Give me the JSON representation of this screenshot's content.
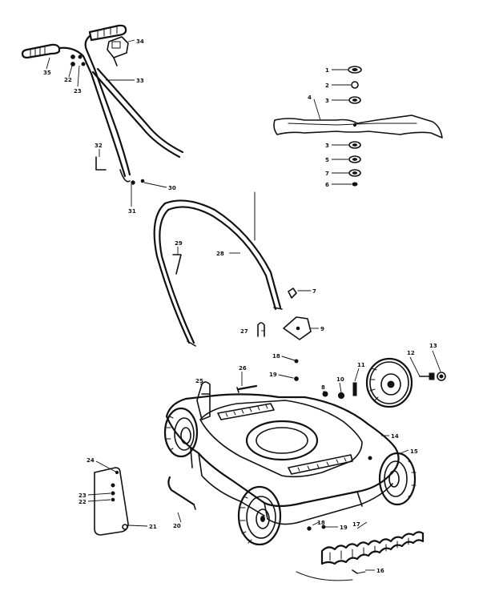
{
  "callouts": [
    {
      "id": "c1",
      "text": "1"
    },
    {
      "id": "c2",
      "text": "2"
    },
    {
      "id": "c3",
      "text": "3"
    },
    {
      "id": "c4",
      "text": "4"
    },
    {
      "id": "c3b",
      "text": "3"
    },
    {
      "id": "c5",
      "text": "5"
    },
    {
      "id": "c7a",
      "text": "7"
    },
    {
      "id": "c6",
      "text": "6"
    },
    {
      "id": "c34",
      "text": "34"
    },
    {
      "id": "c35",
      "text": "35"
    },
    {
      "id": "c22",
      "text": "22"
    },
    {
      "id": "c23",
      "text": "23"
    },
    {
      "id": "c33",
      "text": "33"
    },
    {
      "id": "c32",
      "text": "32"
    },
    {
      "id": "c30",
      "text": "30"
    },
    {
      "id": "c31",
      "text": "31"
    },
    {
      "id": "c29",
      "text": "29"
    },
    {
      "id": "c28",
      "text": "28"
    },
    {
      "id": "c7b",
      "text": "7"
    },
    {
      "id": "c27",
      "text": "27"
    },
    {
      "id": "c9",
      "text": "9"
    },
    {
      "id": "c18",
      "text": "18"
    },
    {
      "id": "c19",
      "text": "19"
    },
    {
      "id": "c26",
      "text": "26"
    },
    {
      "id": "c25",
      "text": "25"
    },
    {
      "id": "c8",
      "text": "8"
    },
    {
      "id": "c10",
      "text": "10"
    },
    {
      "id": "c11",
      "text": "11"
    },
    {
      "id": "c12",
      "text": "12"
    },
    {
      "id": "c13",
      "text": "13"
    },
    {
      "id": "c14",
      "text": "14"
    },
    {
      "id": "c15",
      "text": "15"
    },
    {
      "id": "c24",
      "text": "24"
    },
    {
      "id": "c23b",
      "text": "23"
    },
    {
      "id": "c22b",
      "text": "22"
    },
    {
      "id": "c21",
      "text": "21"
    },
    {
      "id": "c20",
      "text": "20"
    },
    {
      "id": "c18b",
      "text": "18"
    },
    {
      "id": "c19b",
      "text": "19"
    },
    {
      "id": "c17",
      "text": "17"
    },
    {
      "id": "c16",
      "text": "16"
    }
  ]
}
